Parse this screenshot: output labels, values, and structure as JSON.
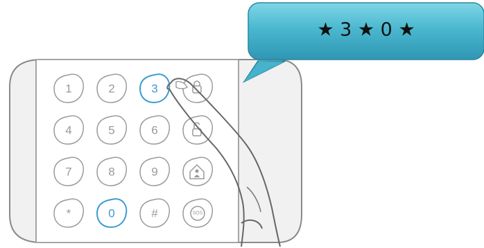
{
  "bubble": {
    "code_text": "★ 3 ★ 0 ★"
  },
  "keypad": {
    "keys": [
      {
        "label": "1",
        "active": false
      },
      {
        "label": "2",
        "active": false
      },
      {
        "label": "3",
        "active": true
      },
      {
        "label": "4",
        "active": false
      },
      {
        "label": "5",
        "active": false
      },
      {
        "label": "6",
        "active": false
      },
      {
        "label": "7",
        "active": false
      },
      {
        "label": "8",
        "active": false
      },
      {
        "label": "9",
        "active": false
      },
      {
        "label": "*",
        "active": false
      },
      {
        "label": "0",
        "active": true
      },
      {
        "label": "#",
        "active": false
      }
    ],
    "function_keys": [
      {
        "icon": "lock-icon"
      },
      {
        "icon": "unlock-icon"
      },
      {
        "icon": "home-person-icon"
      },
      {
        "icon": "sos-icon",
        "label": "SOS"
      }
    ]
  },
  "colors": {
    "active_key": "#3a9bd1",
    "bubble_fill": "#4bb8cf",
    "key_outline": "#9a9a9a"
  }
}
